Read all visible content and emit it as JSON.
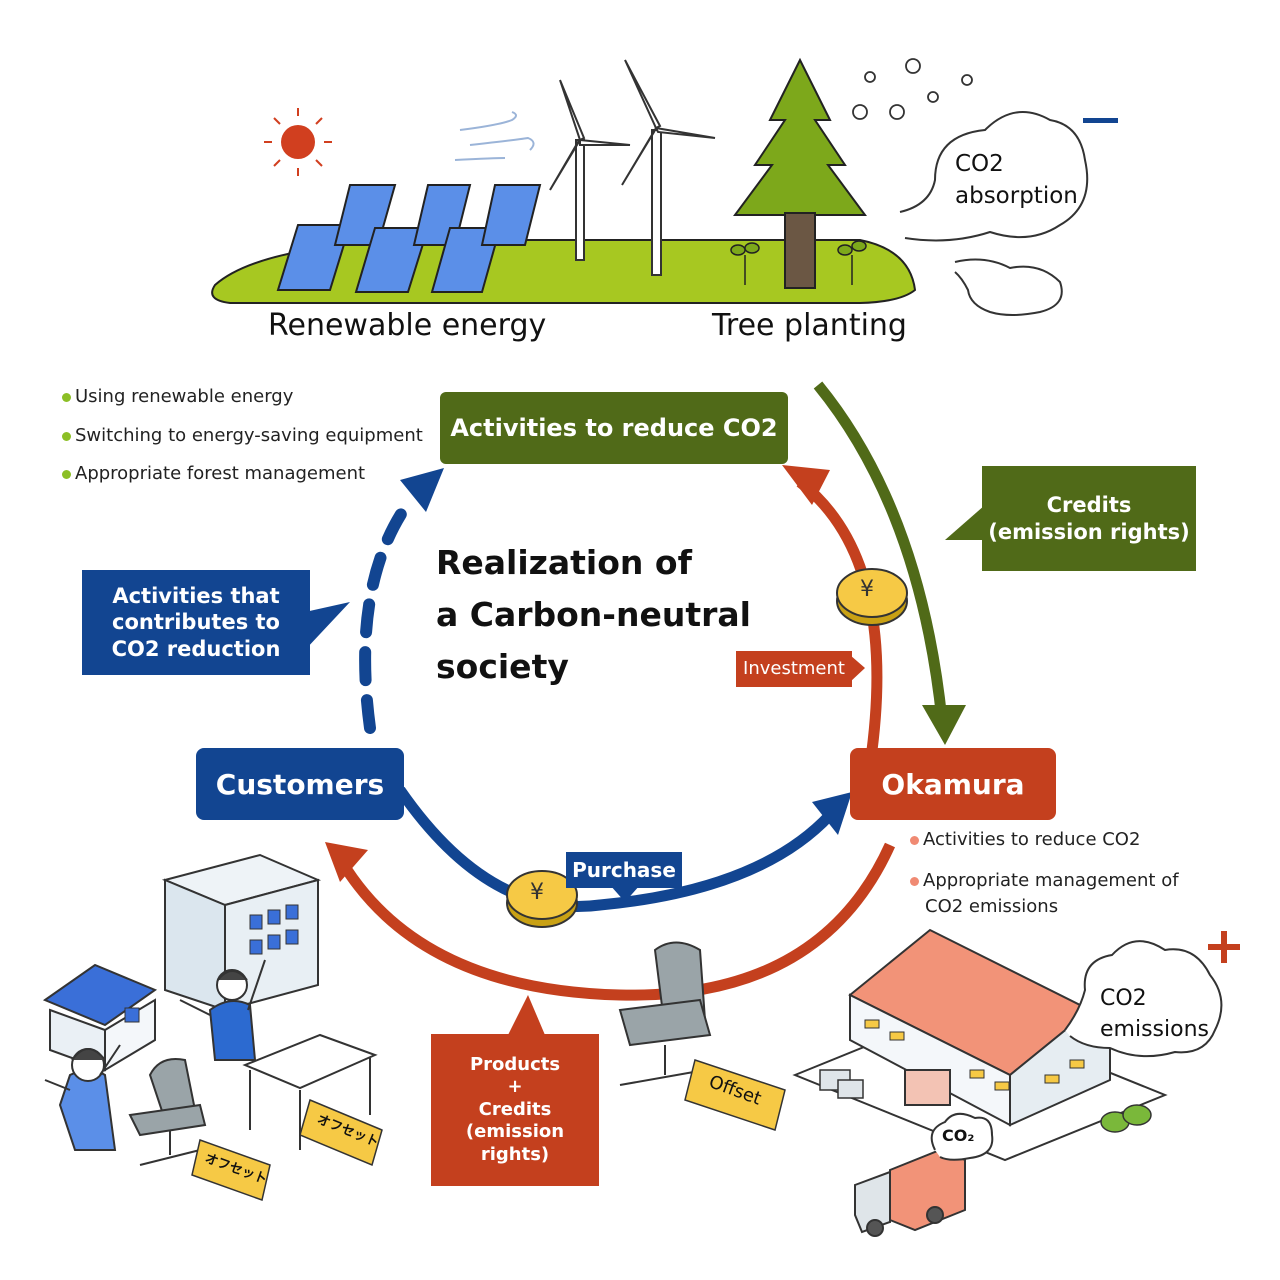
{
  "colors": {
    "green_box": "#506a18",
    "red": "#c4401e",
    "blue": "#124591",
    "leaf_green": "#8ab83a",
    "bullet_green": "#8cbf26",
    "bullet_red": "#f08a73"
  },
  "top": {
    "renewable_label": "Renewable energy",
    "tree_label": "Tree planting",
    "co2_absorption_line1": "CO2",
    "co2_absorption_line2": "absorption",
    "minus_sign": "−"
  },
  "green_bullets": [
    "Using renewable energy",
    "Switching to energy-saving equipment",
    "Appropriate forest management"
  ],
  "boxes": {
    "reduce": "Activities to reduce CO2",
    "credits_line1": "Credits",
    "credits_line2": "(emission rights)",
    "contrib_line1": "Activities that",
    "contrib_line2": "contributes to",
    "contrib_line3": "CO2 reduction",
    "customers": "Customers",
    "okamura": "Okamura",
    "investment": "Investment",
    "purchase": "Purchase",
    "products_line1": "Products",
    "products_line2": "+",
    "products_line3": "Credits",
    "products_line4": "(emission rights)"
  },
  "center": {
    "line1": "Realization of",
    "line2": "a Carbon-neutral",
    "line3": "society"
  },
  "red_bullets": [
    "Activities to reduce CO2",
    "Appropriate management of",
    "CO2 emissions"
  ],
  "bottom": {
    "co2_emissions_line1": "CO2",
    "co2_emissions_line2": "emissions",
    "plus_sign": "+",
    "truck_co2": "CO₂",
    "offset_tag": "Offset",
    "offset_tag_jp": "オフセット",
    "coin_symbol": "¥"
  }
}
